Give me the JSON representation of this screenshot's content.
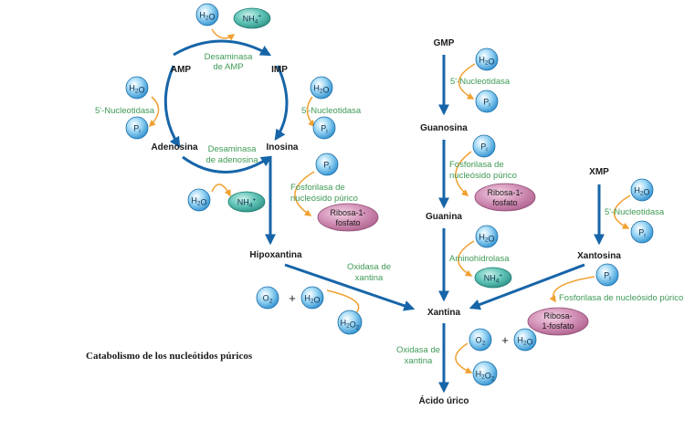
{
  "molecules": {
    "h2o": "H2O",
    "nh4": "NH4+",
    "pi": "Pi",
    "o2": "O2",
    "h2o2": "H2O2",
    "ribosa_1_fosfato": [
      "Ribosa-1-",
      "fosfato"
    ],
    "ribosa_1_fosfato_alt": [
      "Ribosa-",
      "1-fosfato"
    ]
  },
  "compounds": {
    "amp": "AMP",
    "imp": "IMP",
    "adenosina": "Adenosina",
    "inosina": "Inosina",
    "hipoxantina": "Hipoxantina",
    "gmp": "GMP",
    "guanosina": "Guanosina",
    "guanina": "Guanina",
    "xmp": "XMP",
    "xantosina": "Xantosina",
    "xantina": "Xantina",
    "acido_urico": "Ácido úrico"
  },
  "enzymes": {
    "desaminasa_amp": [
      "Desaminasa",
      "de AMP"
    ],
    "desaminasa_adenosina": [
      "Desaminasa",
      "de adenosina"
    ],
    "nucleotidasa": "5'-Nucleotidasa",
    "fosforilasa": [
      "Fosforilasa de",
      "nucleósido púrico"
    ],
    "fosforilasa_line": "Fosforilasa de nucleósido púrico",
    "oxidasa_xantina": [
      "Oxidasa de",
      "xantina"
    ],
    "aminohidrolasa": "Aminohidrolasa"
  },
  "caption": "Catabolismo de los nucleótidos púricos",
  "colors": {
    "arrow_main": "#1765a8",
    "arrow_side": "#f0a030",
    "enzyme_text": "#3f9a55",
    "molecule_fill": "#7ec8ee",
    "nh4_fill": "#47b3a8",
    "ribose_fill": "#c77fa6"
  }
}
